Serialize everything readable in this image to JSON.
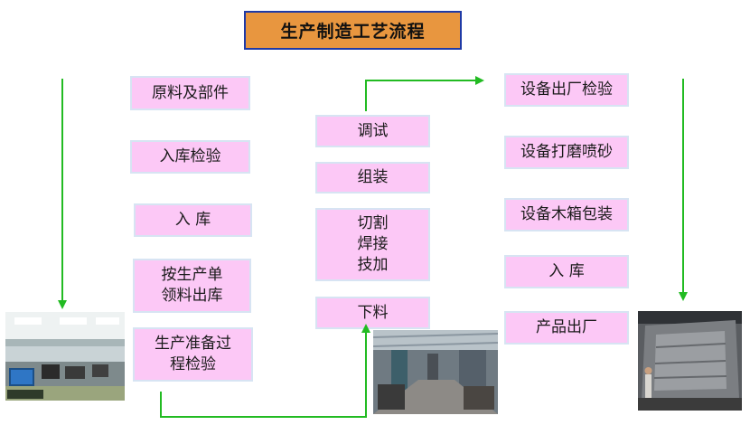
{
  "title": "生产制造工艺流程",
  "colors": {
    "box_fill": "#fcc8f6",
    "box_border": "#d7e4f3",
    "title_fill": "#e8963f",
    "title_border": "#1f3aa6",
    "arrow": "#22bb22"
  },
  "left_column": [
    "原料及部件",
    "入库检验",
    "入  库",
    "按生产单\n领料出库",
    "生产准备过\n程检验"
  ],
  "middle_column": [
    "调试",
    "组装",
    "切割\n焊接\n技加",
    "下料"
  ],
  "right_column": [
    "设备出厂检验",
    "设备打磨喷砂",
    "设备木箱包装",
    "入  库",
    "产品出厂"
  ],
  "photos": [
    "office-photo",
    "workshop-photo",
    "equipment-photo"
  ]
}
